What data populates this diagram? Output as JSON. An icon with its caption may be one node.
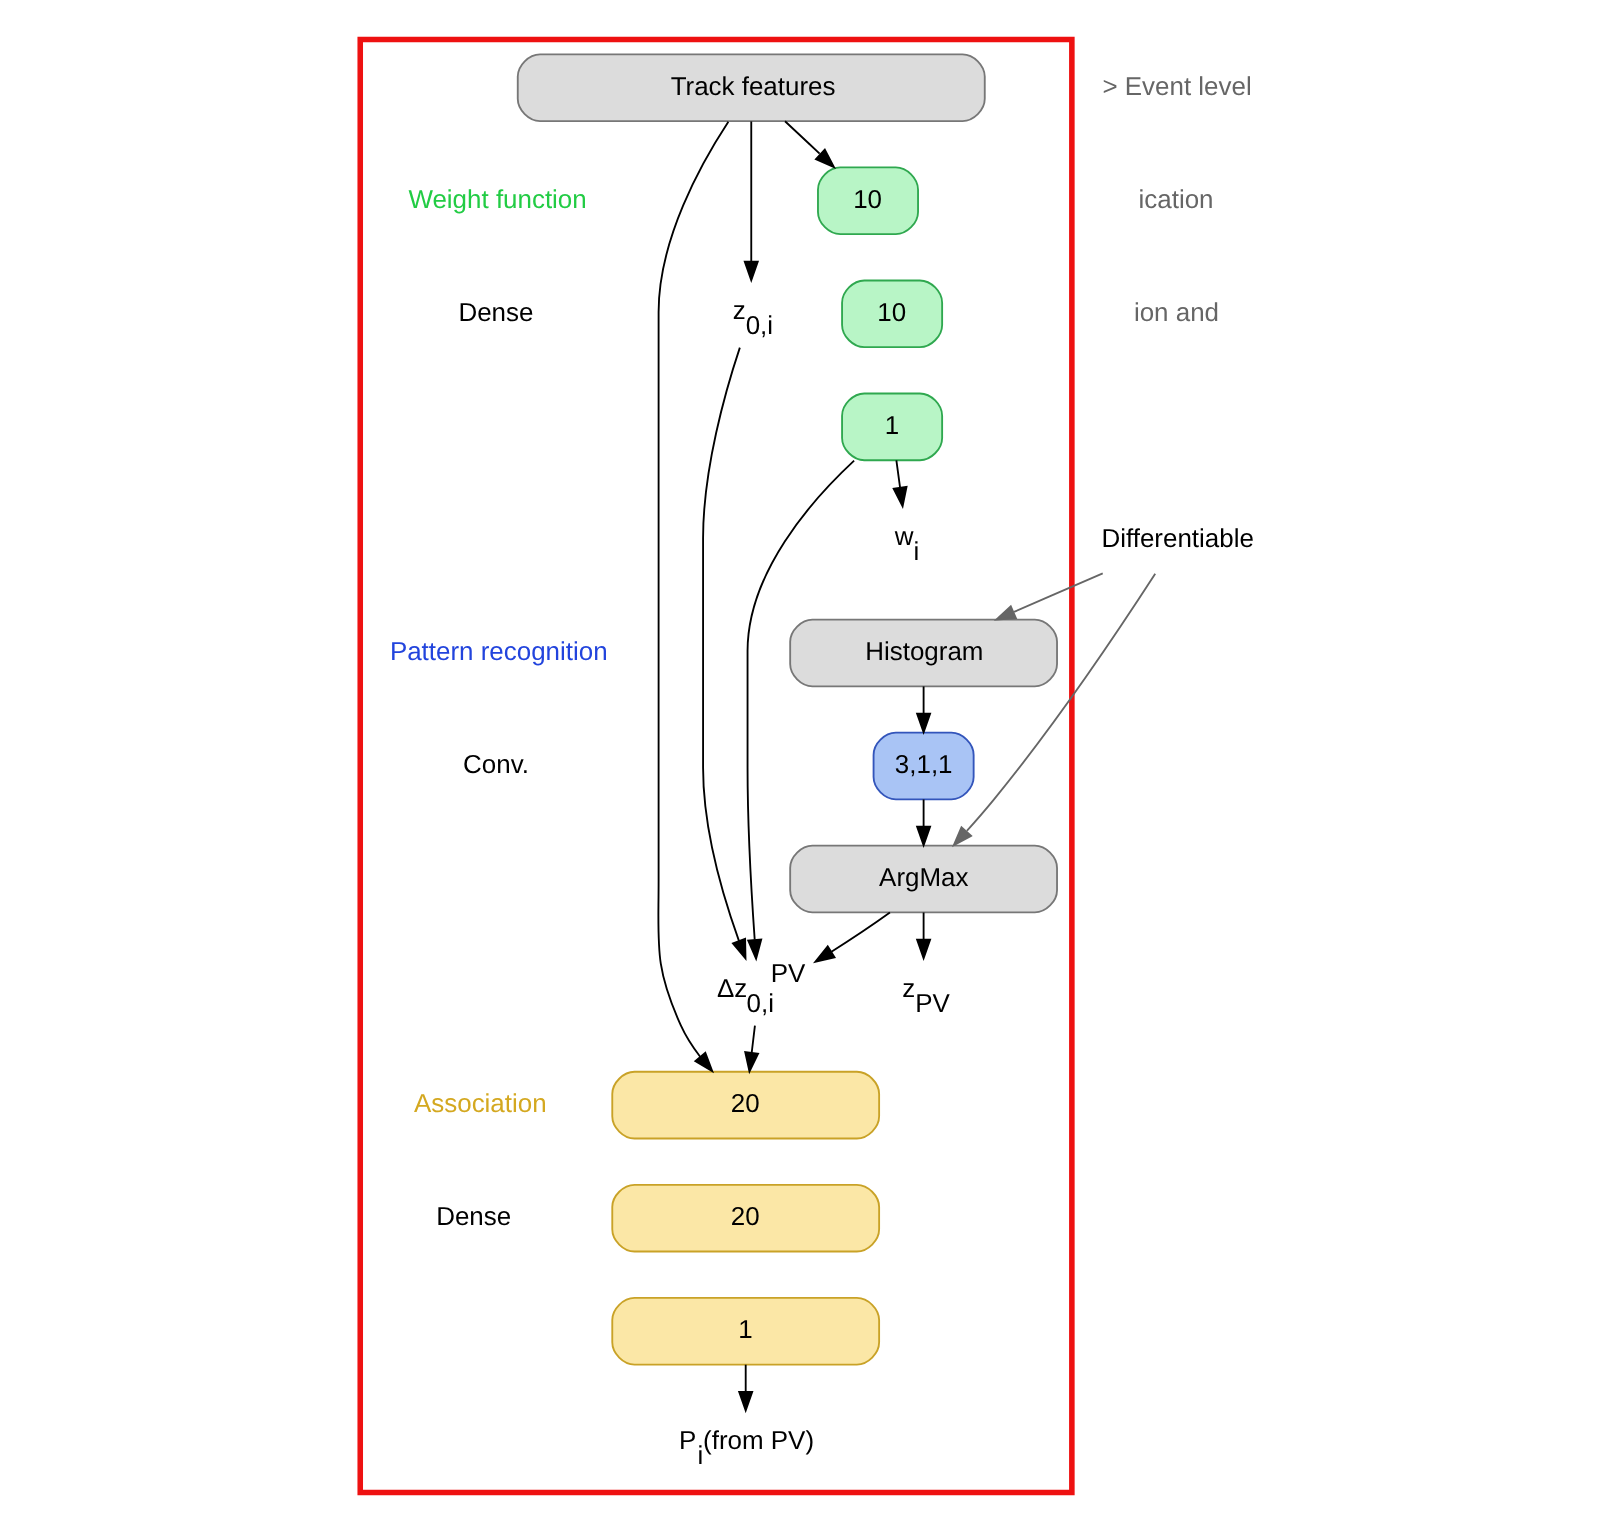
{
  "diagram": {
    "nodes": [
      {
        "text": [],
        "shape": "box"
      },
      {
        "text": [
          "Track features"
        ],
        "in": 0
      },
      {
        "text": [
          "10"
        ],
        "in": 0
      },
      {
        "text": [
          "10"
        ],
        "in": 0
      },
      {
        "text": [
          "1"
        ],
        "in": 0
      },
      {
        "text": [
          "w$_{i}$"
        ],
        "in": 0
      },
      {
        "text": [
          "z$_{0,i}$"
        ],
        "in": 0
      },
      {
        "text": [
          "Histogram"
        ],
        "in": 0
      },
      {
        "text": [
          "3,1,1"
        ],
        "in": 0
      },
      {
        "text": [
          "ArgMax"
        ],
        "in": 0
      },
      {
        "text": [
          "Δz$_{0,i}$$^{PV}$"
        ],
        "in": 0
      },
      {
        "text": [
          "20"
        ],
        "in": 0
      },
      {
        "text": [
          "20"
        ],
        "in": 0
      },
      {
        "text": [
          "1"
        ],
        "in": 0
      },
      {
        "text": [
          "z$_{PV}$"
        ],
        "in": 0
      },
      {
        "text": [
          "P$_{i}$(from PV)"
        ],
        "in": 0
      },
      {
        "text": [
          "Differentiable"
        ]
      }
    ],
    "edges": [
      {
        "from": 1,
        "to": 2,
        "arrow": "to"
      },
      {
        "from": 4,
        "to": 5,
        "arrow": "to"
      },
      {
        "from": 1,
        "to": 6,
        "arrow": "to"
      },
      {
        "from": 7,
        "to": 8,
        "arrow": "to"
      },
      {
        "from": 8,
        "to": 9,
        "arrow": "to"
      },
      {
        "from": 4,
        "to": 10,
        "arrow": "to"
      },
      {
        "from": 6,
        "to": 10,
        "arrow": "to"
      },
      {
        "from": 9,
        "to": 10,
        "arrow": "to"
      },
      {
        "from": 9,
        "to": 14,
        "arrow": "to"
      },
      {
        "from": 10,
        "to": 11,
        "arrow": "to"
      },
      {
        "from": 1,
        "to": 11,
        "arrow": "to"
      },
      {
        "from": 13,
        "to": 15,
        "arrow": "to"
      },
      {
        "from": 16,
        "to": 7,
        "arrow": "to",
        "color": "#666666"
      },
      {
        "from": 16,
        "to": 9,
        "arrow": "to",
        "color": "#666666"
      }
    ],
    "labels": [
      "> Event level",
      "ication",
      "ion and",
      "Weight function",
      "Dense",
      "Pattern recognition",
      "Conv.",
      "Association",
      "Dense"
    ]
  }
}
